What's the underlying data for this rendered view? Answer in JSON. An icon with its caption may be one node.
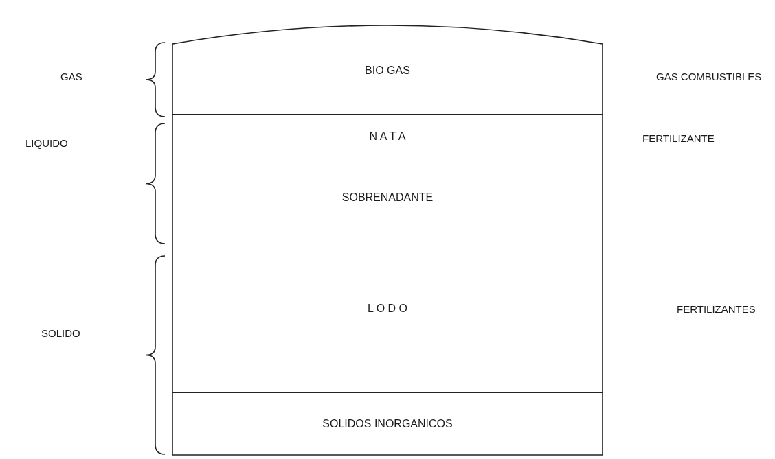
{
  "diagram": {
    "nodes": [
      {
        "text": [
          "BIO GAS"
        ]
      },
      {
        "text": [
          "N A T A"
        ]
      },
      {
        "text": [
          "SOBRENADANTE"
        ]
      },
      {
        "text": [
          "L O D O"
        ]
      },
      {
        "text": [
          "SOLIDOS INORGANICOS"
        ]
      }
    ],
    "labels": [
      "GAS",
      "GAS COMBUSTIBLES",
      "LIQUIDO",
      "FERTILIZANTE",
      "FERTILIZANTES",
      "SOLIDO"
    ]
  }
}
